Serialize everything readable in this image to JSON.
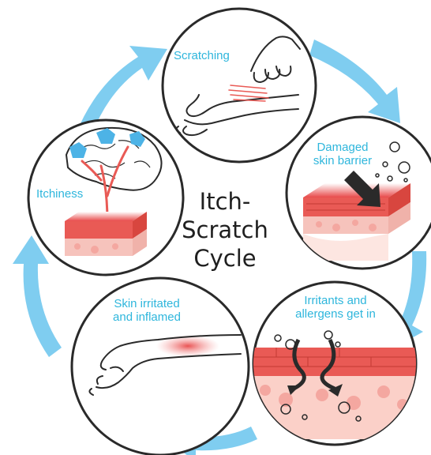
{
  "title": {
    "line1": "Itch-",
    "line2": "Scratch",
    "line3": "Cycle"
  },
  "stages": {
    "scratching": {
      "line1": "Scratching"
    },
    "damaged": {
      "line1": "Damaged",
      "line2": "skin barrier"
    },
    "irritants": {
      "line1": "Irritants and",
      "line2": "allergens get in"
    },
    "inflamed": {
      "line1": "Skin irritated",
      "line2": "and inflamed"
    },
    "itchiness": {
      "line1": "Itchiness"
    }
  },
  "colors": {
    "arrow": "#7fcdf0",
    "label": "#2eb6dc",
    "skin_red": "#e95a55",
    "skin_pink": "#f6c3bc"
  }
}
